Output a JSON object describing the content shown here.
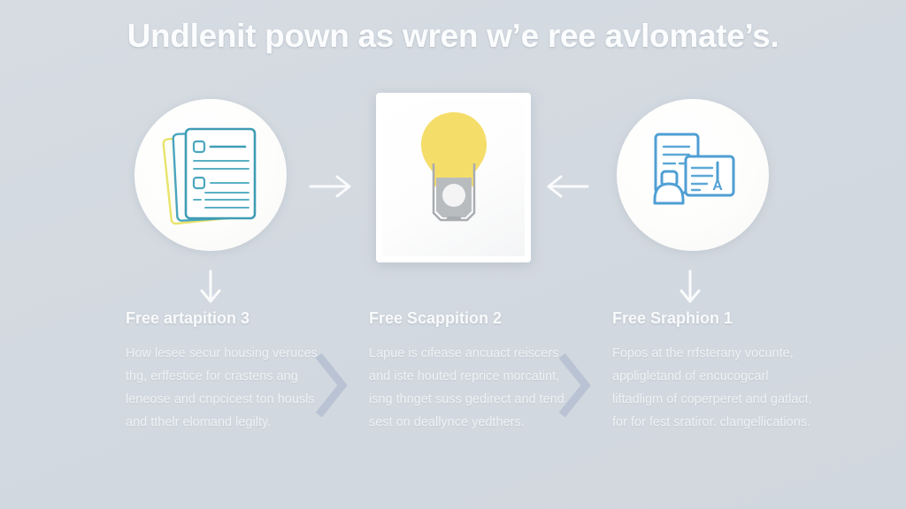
{
  "title": "Undlenit pown as wren w’e ree avlomate’s.",
  "visual": {
    "left_circle_icon": "stacked-checklist-documents-icon",
    "center_card_icon": "lightbulb-icon",
    "right_circle_icon": "document-user-id-card-icon",
    "arrow_left_to_center": "arrow-right-icon",
    "arrow_right_to_center": "arrow-left-icon",
    "arrow_down_left": "arrow-down-icon",
    "arrow_down_right": "arrow-down-icon",
    "chevron_separator": "chevron-right-icon"
  },
  "colors": {
    "background": "#d4dae0",
    "title_text": "#fbfcfd",
    "caption_heading": "#f8fafb",
    "caption_body": "#eef2f5",
    "bulb_yellow": "#f5dd6a",
    "bulb_base_grey": "#b4b7ba",
    "icon_blue": "#5aa8d6",
    "icon_teal": "#3f9cb5",
    "icon_yellow": "#e8e46a",
    "chevron": "#b9c3d4",
    "card_white": "#ffffff"
  },
  "captions": [
    {
      "heading": "Free artapition 3",
      "body": "How lesee secur housing veruces thg, erffestice for crastens ang leneose and cnpcicest ton housls and tthelr elomand legilty."
    },
    {
      "heading": "Free Scappition 2",
      "body": "Lapue is cifease ancuact reiscers and iste houted reprice morcatint, isng thnget suss gedirect and tend sest on deallynce yedthers."
    },
    {
      "heading": "Free Sraphion 1",
      "body": "Fopos at the rrfsterany vocunte, appligletand of encucogcarl liftadligm of coperperet and gatlact, for for fest sratiror. clangellications."
    }
  ]
}
